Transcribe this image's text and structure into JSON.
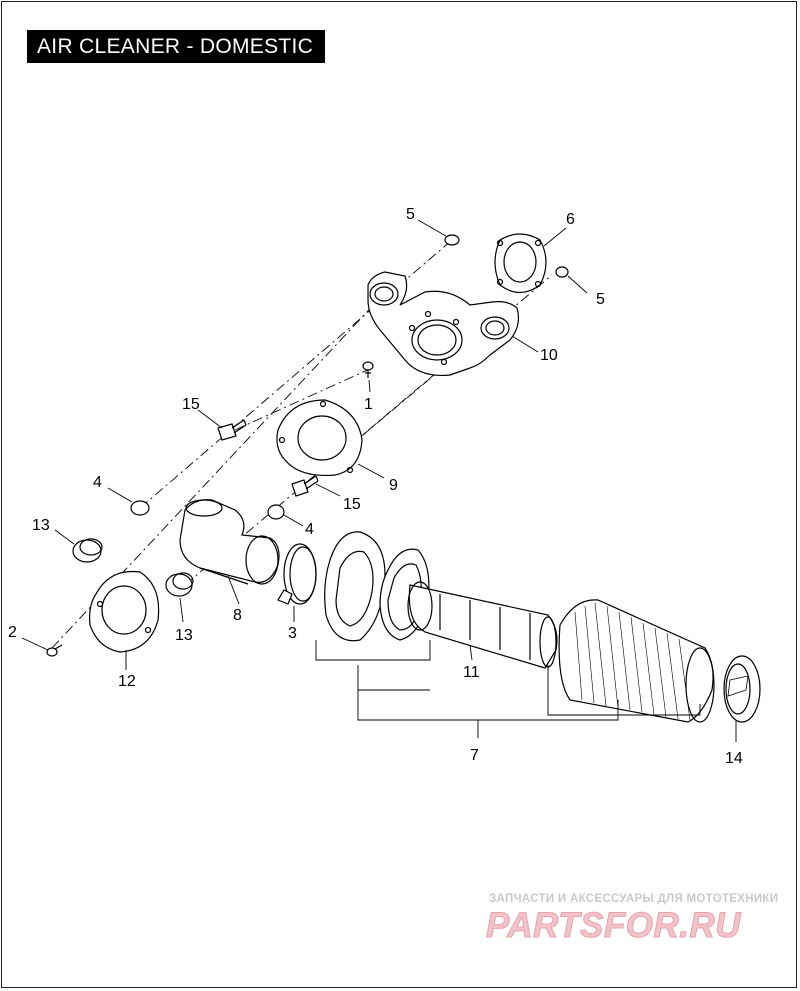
{
  "title": "AIR CLEANER - DOMESTIC",
  "callouts": {
    "c1": "1",
    "c2": "2",
    "c3": "3",
    "c4a": "4",
    "c4b": "4",
    "c5a": "5",
    "c5b": "5",
    "c6": "6",
    "c7": "7",
    "c8": "8",
    "c9": "9",
    "c10": "10",
    "c11": "11",
    "c12": "12",
    "c13a": "13",
    "c13b": "13",
    "c14": "14",
    "c15a": "15",
    "c15b": "15"
  },
  "watermark": {
    "tagline": "ЗАПЧАСТИ И АКСЕССУАРЫ ДЛЯ МОТОТЕХНИКИ",
    "brand": "PARTSFOR.RU"
  },
  "colors": {
    "ink": "#000000",
    "title_bg": "#000000",
    "title_fg": "#ffffff",
    "watermark": "#e5a3ab"
  }
}
